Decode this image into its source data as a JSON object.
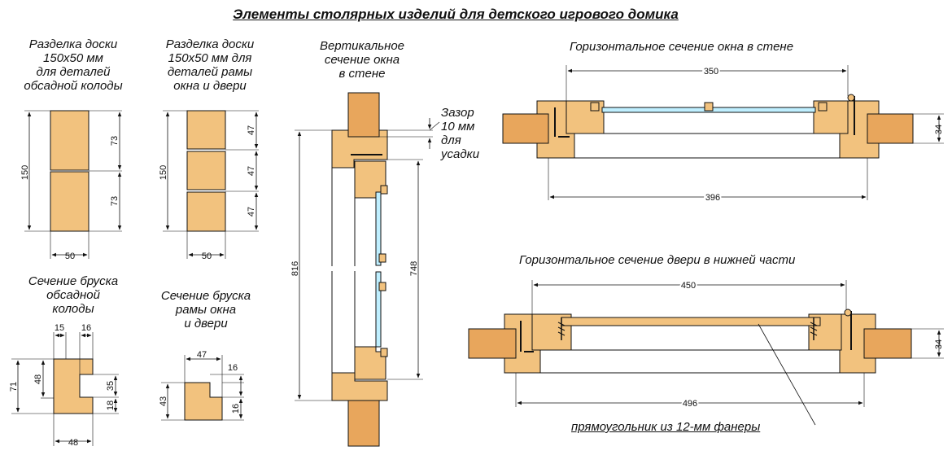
{
  "title": "Элементы столярных изделий для детского игрового домика",
  "colors": {
    "wood": "#f2c27e",
    "wood_dark": "#e8a65c",
    "glass": "#bfefff",
    "line": "#111111",
    "paper": "#ffffff"
  },
  "labels": {
    "board1": [
      "Разделка доски",
      "150х50 мм",
      "для деталей",
      "обсадной колоды"
    ],
    "board2": [
      "Разделка доски",
      "150х50 мм для",
      "деталей рамы",
      "окна и двери"
    ],
    "vertical": [
      "Вертикальное",
      "сечение окна",
      "в стене"
    ],
    "gap": [
      "Зазор",
      "10 мм",
      "для",
      "усадки"
    ],
    "win_h": "Горизонтальное сечение окна в стене",
    "bar1": [
      "Сечение бруска",
      "обсадной",
      "колоды"
    ],
    "bar2": [
      "Сечение бруска",
      "рамы окна",
      "и двери"
    ],
    "door_h": "Горизонтальное сечение двери в нижней части",
    "plywood": "прямоугольник из 12-мм фанеры"
  },
  "dimensions": {
    "b1_h": "150",
    "b1_a": "73",
    "b1_b": "73",
    "b1_w": "50",
    "b2_h": "150",
    "b2_a": "47",
    "b2_b": "47",
    "b2_c": "47",
    "b2_w": "50",
    "s1_a": "15",
    "s1_b": "16",
    "s1_c": "48",
    "s1_h": "71",
    "s1_d": "35",
    "s1_e": "18",
    "s1_w": "48",
    "s2_w": "47",
    "s2_a": "16",
    "s2_h": "43",
    "s2_b": "16",
    "v_total": "816",
    "v_inner": "748",
    "w_top": "350",
    "w_bottom": "396",
    "w_side": "34",
    "d_top": "450",
    "d_bottom": "496",
    "d_side": "34"
  }
}
